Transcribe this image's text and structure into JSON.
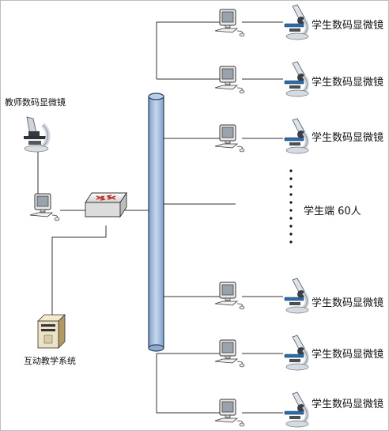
{
  "teacher": {
    "label": "教师数码显微镜"
  },
  "server": {
    "label": "互动教学系统"
  },
  "students_note": "学生端 60人",
  "students": [
    {
      "label": "学生数码显微镜"
    },
    {
      "label": "学生数码显微镜"
    },
    {
      "label": "学生数码显微镜"
    },
    {
      "label": "学生数码显微镜"
    },
    {
      "label": "学生数码显微镜"
    },
    {
      "label": "学生数码显微镜"
    }
  ],
  "colors": {
    "bus": "#a9c2e0",
    "bus_stroke": "#2a3e5a",
    "switch": "#e8e8e8",
    "accent": "#c0392b"
  }
}
